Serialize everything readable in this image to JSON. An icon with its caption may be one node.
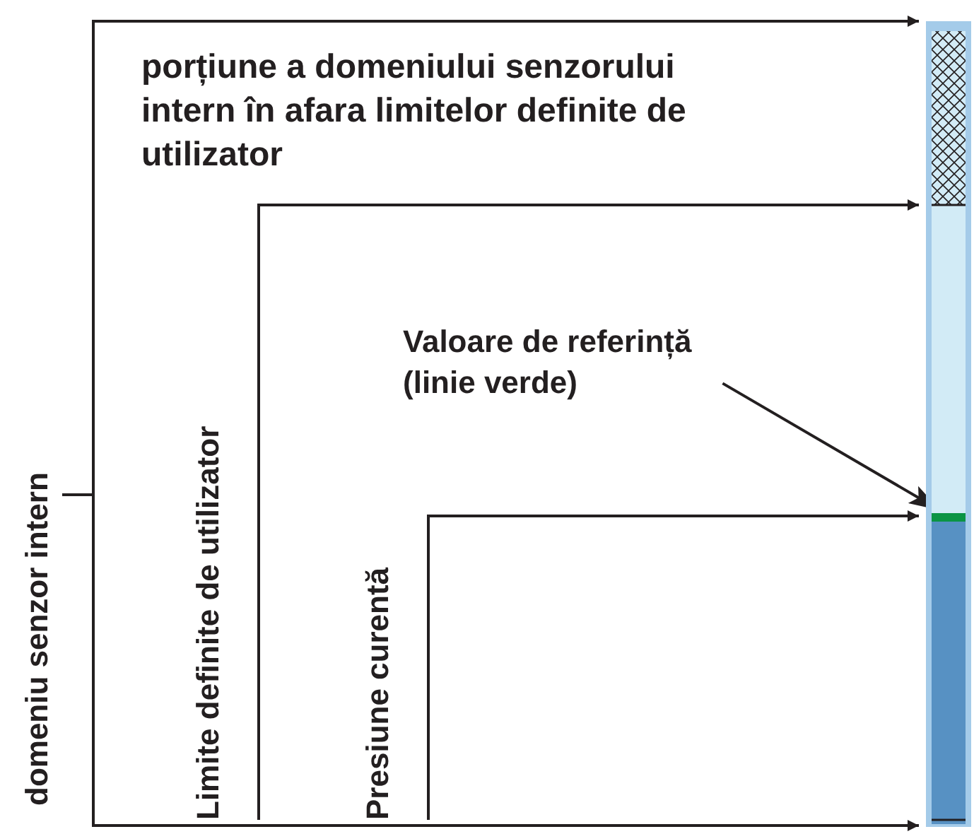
{
  "diagram": {
    "nodes": [
      {
        "text": [
          "domeniu senzor intern"
        ]
      },
      {
        "text": [
          "Limite definite de utilizator"
        ]
      },
      {
        "text": [
          "Presiune curentă"
        ]
      },
      {
        "text": [
          "Valoare de referință (linie verde)"
        ]
      },
      {
        "text": [],
        "shape": "bar"
      },
      {
        "text": [],
        "shape": "line",
        "in": 4
      }
    ],
    "edges": [
      {
        "from": 0,
        "to": 4,
        "arrow": "to"
      },
      {
        "from": 0,
        "to": 4,
        "arrow": "to"
      },
      {
        "from": 1,
        "to": 4,
        "arrow": "to"
      },
      {
        "from": 2,
        "to": 4,
        "arrow": "to"
      },
      {
        "from": 3,
        "to": 5,
        "arrow": "to"
      }
    ],
    "labels": [
      "porțiune a domeniului senzorului intern în afara limitelor definite de utilizator"
    ]
  }
}
